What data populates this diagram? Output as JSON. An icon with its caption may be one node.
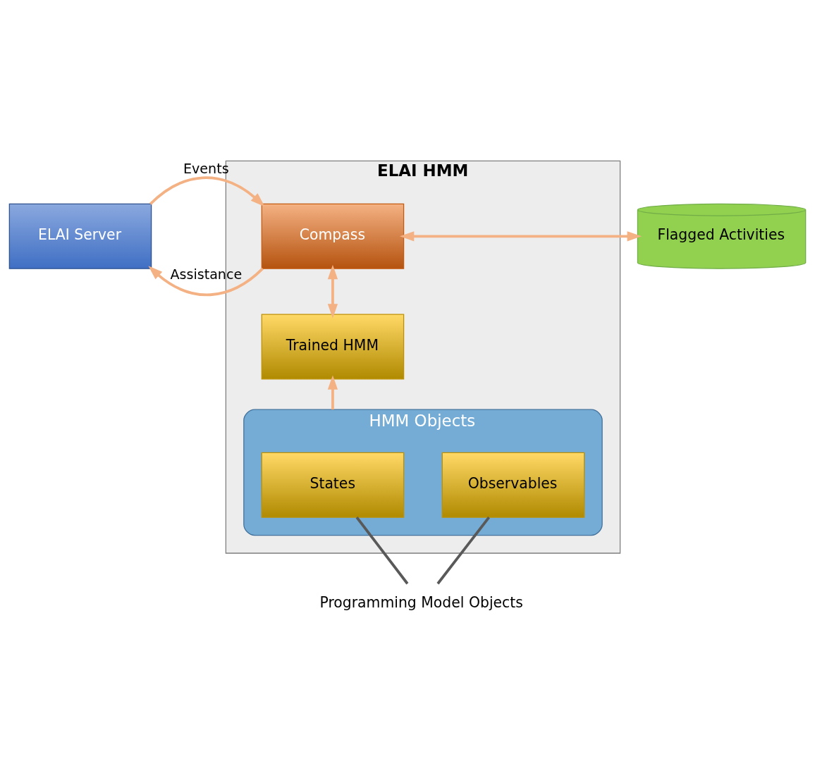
{
  "diagram": {
    "nodes": [
      {
        "text": [
          "ELAI HMM"
        ]
      },
      {
        "text": [
          "ELAI Server"
        ]
      },
      {
        "text": [
          "Compass"
        ],
        "in": 0
      },
      {
        "text": [
          "Flagged Activities"
        ]
      },
      {
        "text": [
          "Trained HMM"
        ],
        "in": 0
      },
      {
        "text": [
          "HMM Objects"
        ],
        "in": 0
      },
      {
        "text": [
          "States"
        ],
        "in": 5
      },
      {
        "text": [
          "Observables"
        ],
        "in": 5
      },
      {
        "text": [
          "Programming Model Objects"
        ]
      }
    ],
    "edges": [
      {
        "from": 1,
        "to": 2,
        "arrow": "to",
        "label": "Events"
      },
      {
        "from": 2,
        "to": 1,
        "arrow": "to",
        "label": "Assistance"
      },
      {
        "from": 2,
        "to": 3,
        "arrow": "both"
      },
      {
        "from": 2,
        "to": 4,
        "arrow": "both"
      },
      {
        "from": 5,
        "to": 4,
        "arrow": "to"
      },
      {
        "from": 6,
        "to": 8,
        "arrow": "none",
        "color": "#595959"
      },
      {
        "from": 7,
        "to": 8,
        "arrow": "none",
        "color": "#595959"
      }
    ]
  }
}
